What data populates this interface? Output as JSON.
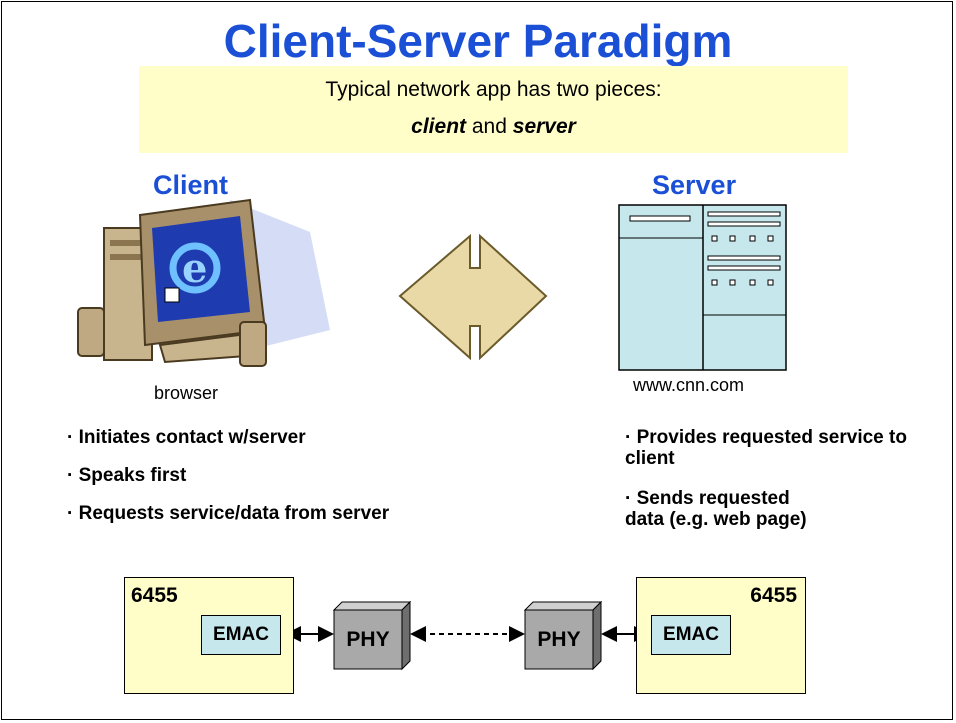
{
  "title": "Client-Server Paradigm",
  "subtitle": {
    "line1": "Typical network app has two pieces:",
    "client_word": "client",
    "and_word": "and",
    "server_word": "server"
  },
  "client": {
    "heading": "Client",
    "caption": "browser",
    "bullets": [
      "Initiates contact w/server",
      "Speaks first",
      "Requests service/data from server"
    ]
  },
  "server": {
    "heading": "Server",
    "caption": "www.cnn.com",
    "bullets": [
      "Provides requested service to client",
      "Sends requested data (e.g. web page)"
    ]
  },
  "hardware": {
    "left_board": "6455",
    "right_board": "6455",
    "left_mac": "EMAC",
    "right_mac": "EMAC",
    "left_phy": "PHY",
    "right_phy": "PHY"
  },
  "colors": {
    "title_blue": "#1a4fd6",
    "highlight_yellow": "#fffdc8",
    "emac_fill": "#c6e8ec",
    "phy_fill": "#a9a9a9",
    "arrow_fill": "#e8d9a6"
  }
}
